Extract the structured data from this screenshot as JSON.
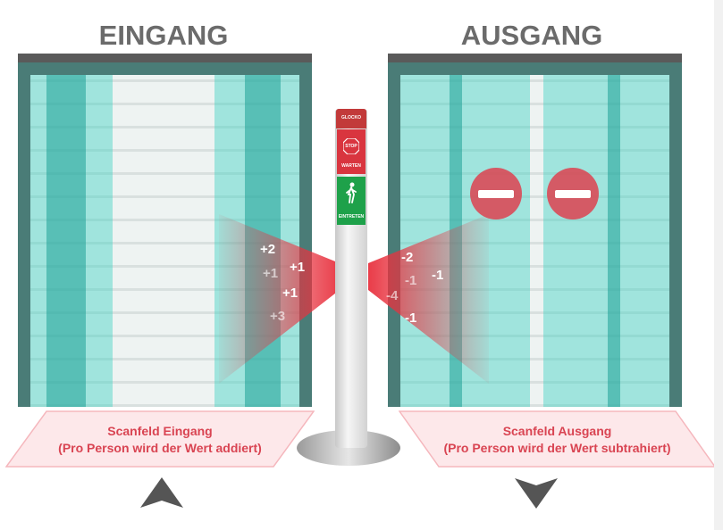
{
  "headings": {
    "entrance": "EINGANG",
    "exit": "AUSGANG"
  },
  "pillar": {
    "brand": "GLOCKO",
    "stop_sign": "STOP",
    "wait_label": "WARTEN",
    "enter_label": "EINTRETEN"
  },
  "entrance_counts": [
    "+2",
    "+1",
    "+1",
    "+1",
    "+3"
  ],
  "exit_counts": [
    "-2",
    "-1",
    "-1",
    "-4",
    "-1"
  ],
  "scanfields": {
    "entrance": {
      "title": "Scanfeld Eingang",
      "description": "(Pro Person wird der Wert addiert)"
    },
    "exit": {
      "title": "Scanfeld Ausgang",
      "description": "(Pro Person wird der Wert subtrahiert)"
    }
  },
  "colors": {
    "heading": "#6b6b6b",
    "door_frame": "#4a7c77",
    "glass_tint": "#40d2c4",
    "scan_red": "#d94452",
    "scanfield_fill": "#fde8ea",
    "arrow": "#555555"
  },
  "icons": {
    "entrance_arrow": "arrow-up-icon",
    "exit_arrow": "arrow-down-icon",
    "no_entry": "no-entry-icon",
    "walking_person": "walking-person-icon"
  }
}
